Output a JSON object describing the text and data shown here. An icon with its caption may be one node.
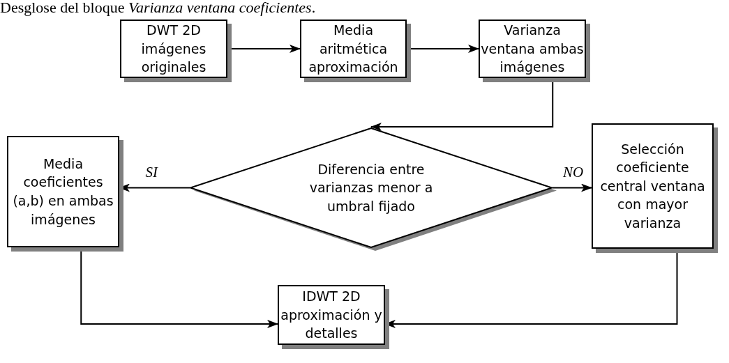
{
  "diagram": {
    "title": "Desglose del bloque *Varianza ventana coeficientes*.",
    "nodes": [
      {
        "text": [
          "DWT 2D imágenes originales"
        ]
      },
      {
        "text": [
          "Media aritmética aproximación"
        ]
      },
      {
        "text": [
          "Varianza ventana ambas imágenes"
        ]
      },
      {
        "text": [
          "Diferencia entre varianzas menor a umbral fijado"
        ]
      },
      {
        "text": [
          "Media coeficientes (a,b) en ambas imágenes"
        ]
      },
      {
        "text": [
          "Selección coeficiente central ventana con mayor varianza"
        ]
      },
      {
        "text": [
          "IDWT 2D aproximación y detalles"
        ]
      }
    ],
    "edges": [
      {
        "from": 0,
        "to": 1,
        "arrow": "to"
      },
      {
        "from": 1,
        "to": 2,
        "arrow": "to"
      },
      {
        "from": 2,
        "to": 3,
        "arrow": "to"
      },
      {
        "from": 3,
        "to": 4,
        "arrow": "to",
        "label": "SI"
      },
      {
        "from": 3,
        "to": 5,
        "arrow": "to",
        "label": "NO"
      },
      {
        "from": 4,
        "to": 6,
        "arrow": "to"
      },
      {
        "from": 5,
        "to": 6,
        "arrow": "to"
      }
    ]
  }
}
